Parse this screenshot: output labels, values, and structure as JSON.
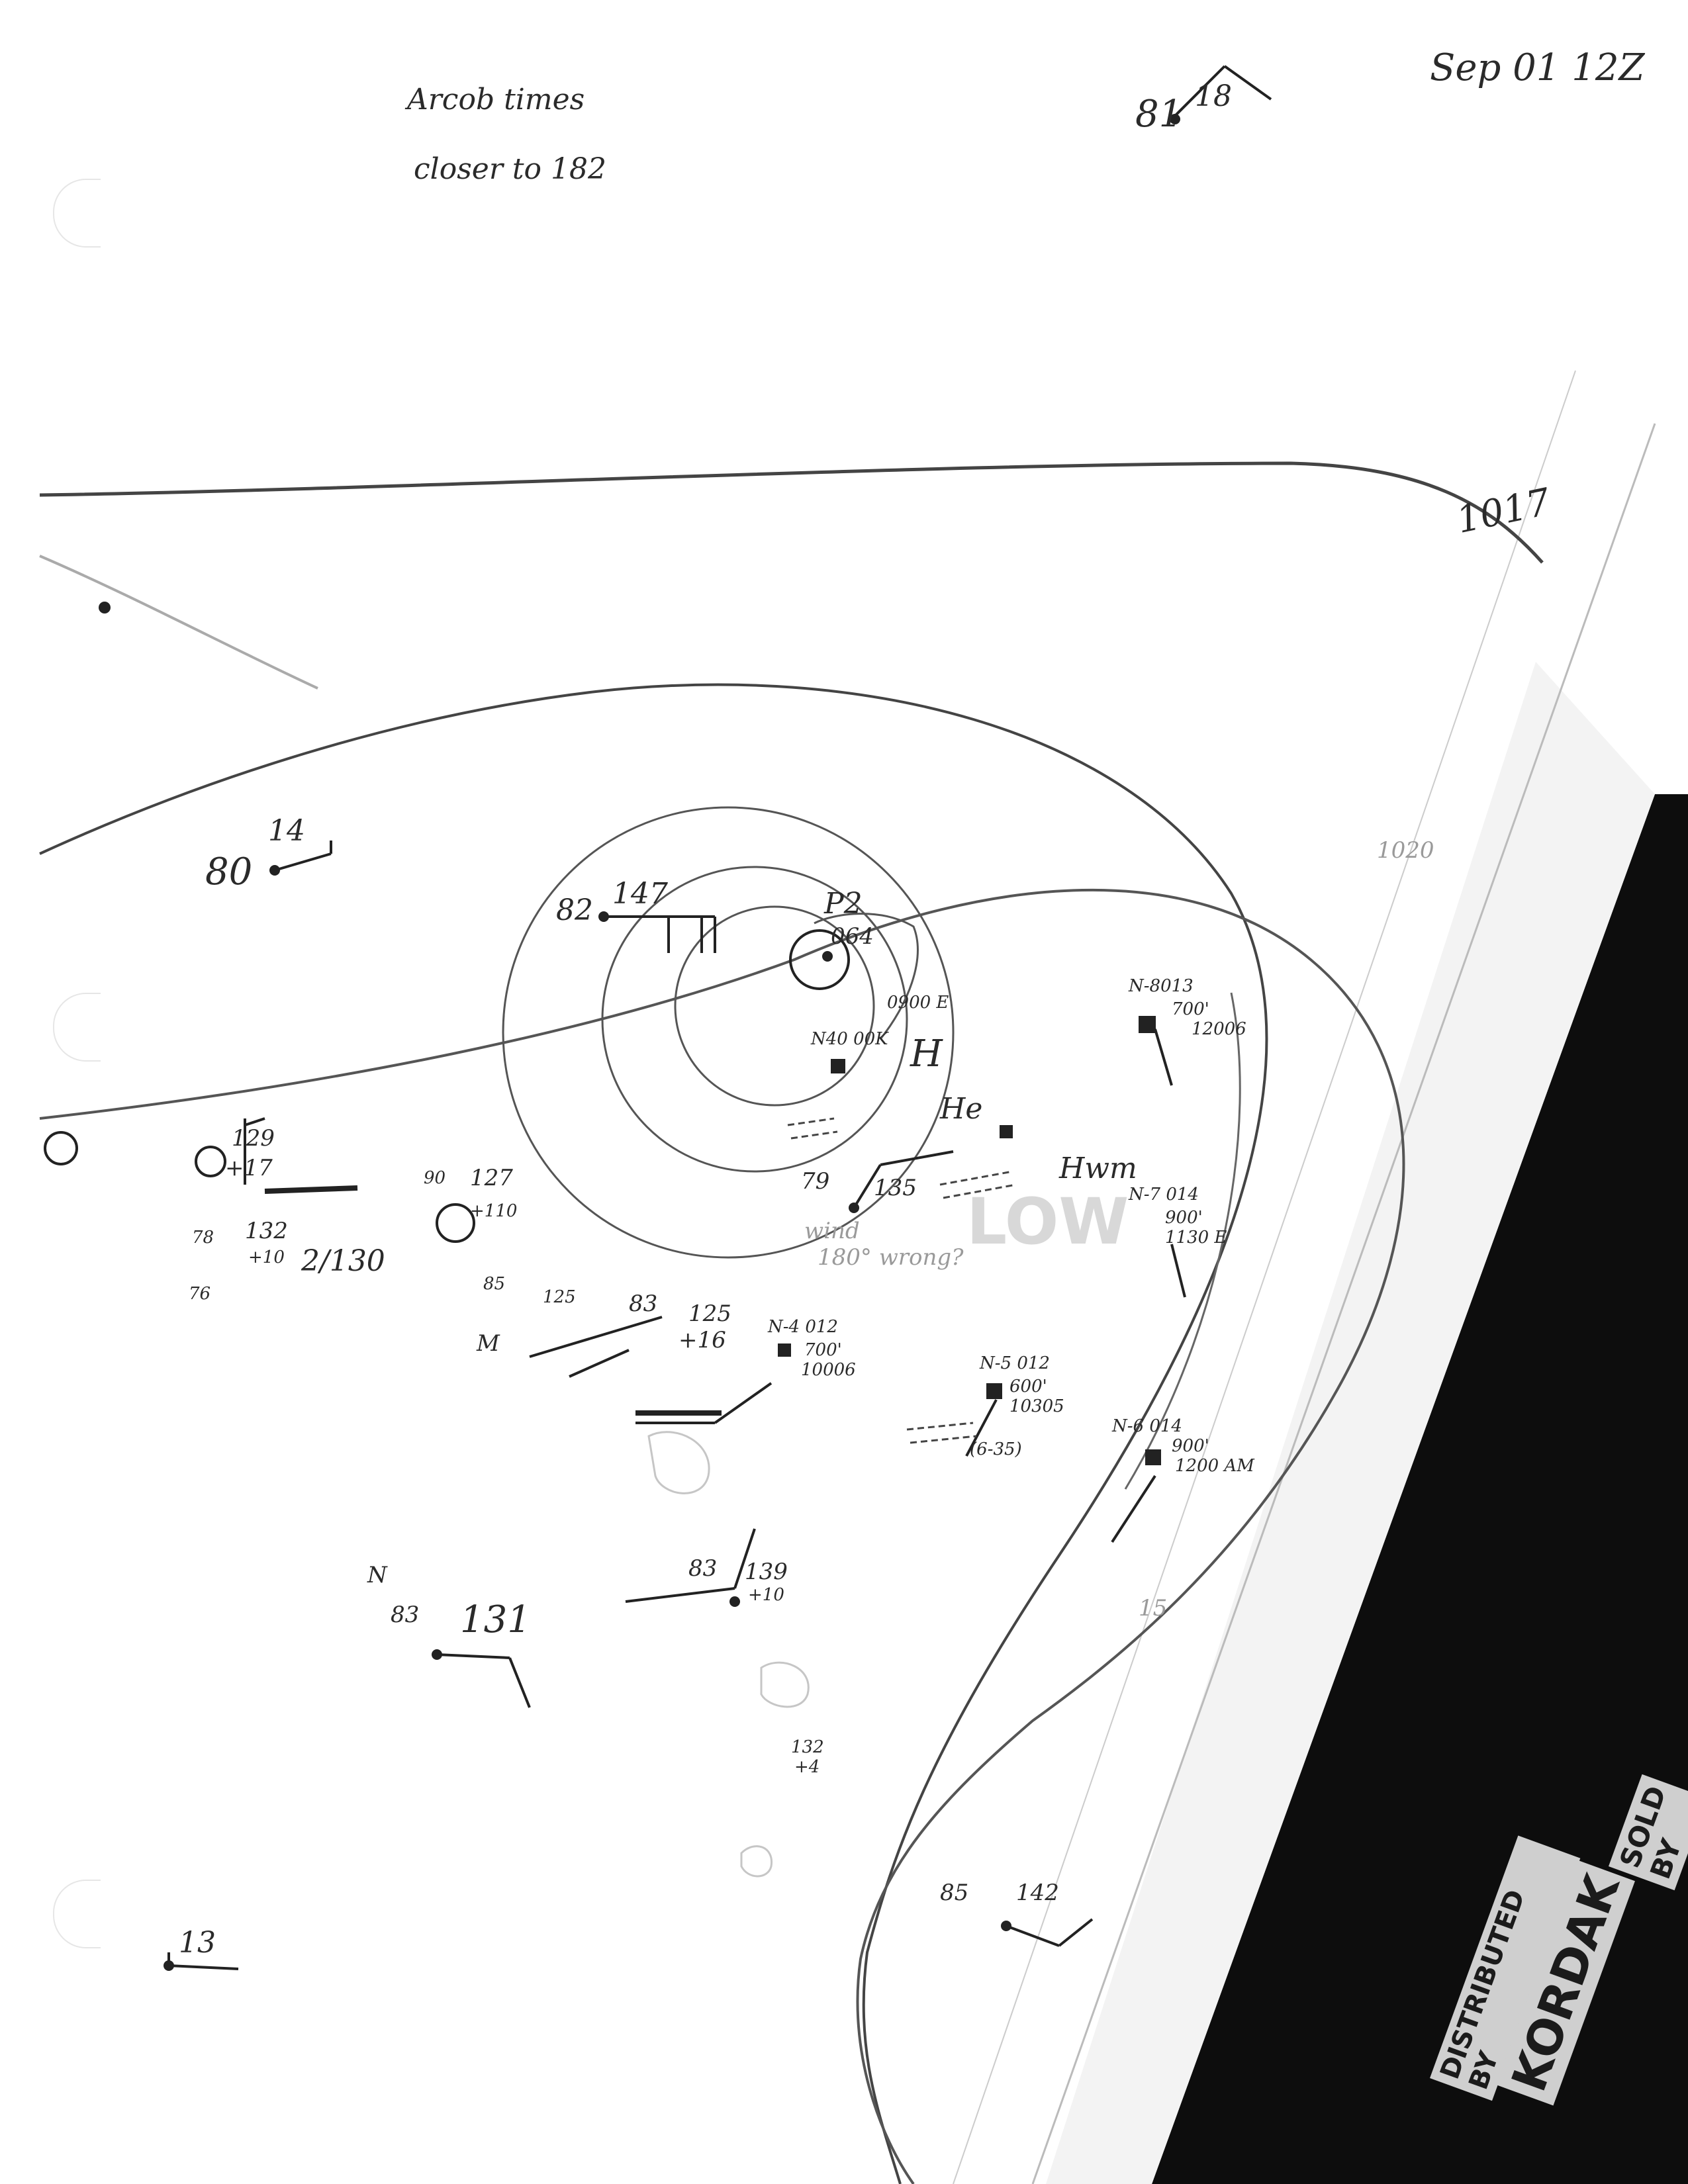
{
  "header": {
    "note_line1": "Arcob times",
    "note_line2": "closer to 182",
    "date_time": "Sep 01 12Z",
    "top_station_temp": "81",
    "top_station_value": "18"
  },
  "isobars": {
    "label_1017": "1017",
    "label_1020": "1020",
    "label_15": "15"
  },
  "stations": {
    "s_80_temp": "80",
    "s_80_val": "14",
    "s_82_temp": "82",
    "s_82_val": "147",
    "s_p2_label": "P2",
    "s_center_val": "064",
    "s_mission_a": "0900 E",
    "s_mission_b": "N40 00K",
    "s_h_label": "H",
    "s_n8_a": "N-8013",
    "s_n8_b": "700'",
    "s_n8_c": "12006",
    "s_hwm": "Hwm",
    "s_he": "He",
    "s_135": "135",
    "s_79": "79",
    "wind_note_1": "wind",
    "wind_note_2": "180° wrong?",
    "s_n7_a": "N-7 014",
    "s_n7_b": "900'",
    "s_n7_c": "1130 E",
    "s_129": "129",
    "s_17": "+17",
    "s_132": "132",
    "s_10a": "+10",
    "s_78": "78",
    "s_76": "76",
    "s_130": "2/130",
    "s_127": "127",
    "s_110": "+110",
    "s_90": "90",
    "s_125a": "125",
    "s_85a": "85",
    "s_83": "83",
    "s_125b": "125",
    "s_16": "+16",
    "s_n4_a": "N-4 012",
    "s_n4_b": "700'",
    "s_n4_c": "10006",
    "s_n5_a": "N-5 012",
    "s_n5_b": "600'",
    "s_n5_c": "10305",
    "s_n5_d": "(6-35)",
    "s_n6_a": "N-6 014",
    "s_n6_b": "900'",
    "s_n6_c": "1200 AM",
    "s_139": "139",
    "s_10b": "+10",
    "s_83b": "83",
    "s_131": "131",
    "s_83c": "83",
    "s_142": "142",
    "s_85b": "85",
    "s_132b": "132",
    "s_4": "+4",
    "s_13": "13",
    "s_N": "N",
    "s_M": "M"
  },
  "stamp": {
    "low_label": "LOW",
    "distributed_by": "DISTRIBUTED BY",
    "brand": "KORDAK",
    "sold_by": "SOLD BY"
  },
  "colors": {
    "ink": "#2a2a2a",
    "contour": "#555555",
    "dark_band": "#0d0d0d"
  }
}
